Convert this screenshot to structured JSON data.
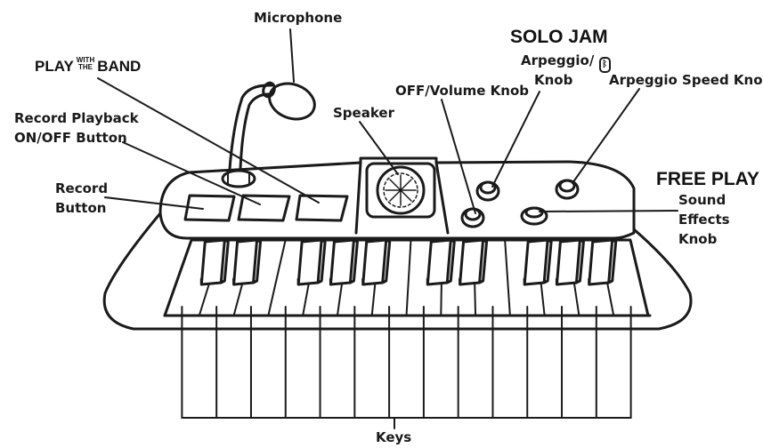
{
  "labels": {
    "microphone": "Microphone",
    "play_prefix": "PLAY",
    "play_with": "WITH",
    "play_the": "THE",
    "play_band": "BAND",
    "record_playback_line1": "Record Playback",
    "record_playback_line2": "ON/OFF Button",
    "record_button_line1": "Record",
    "record_button_line2": "Button",
    "speaker": "Speaker",
    "solo_jam": "SOLO JAM",
    "arpeggio_line1": "Arpeggio/",
    "arpeggio_line2": "Knob",
    "volume_knob": "OFF/Volume Knob",
    "arpeggio_speed": "Arpeggio Speed Knob",
    "free_play": "FREE PLAY",
    "sound_line1": "Sound",
    "sound_line2": "Effects",
    "sound_line3": "Knob",
    "keys": "Keys"
  },
  "icons": {
    "bluetooth": "bluetooth-icon"
  },
  "colors": {
    "ink": "#1a1a1a",
    "paper": "#ffffff"
  }
}
